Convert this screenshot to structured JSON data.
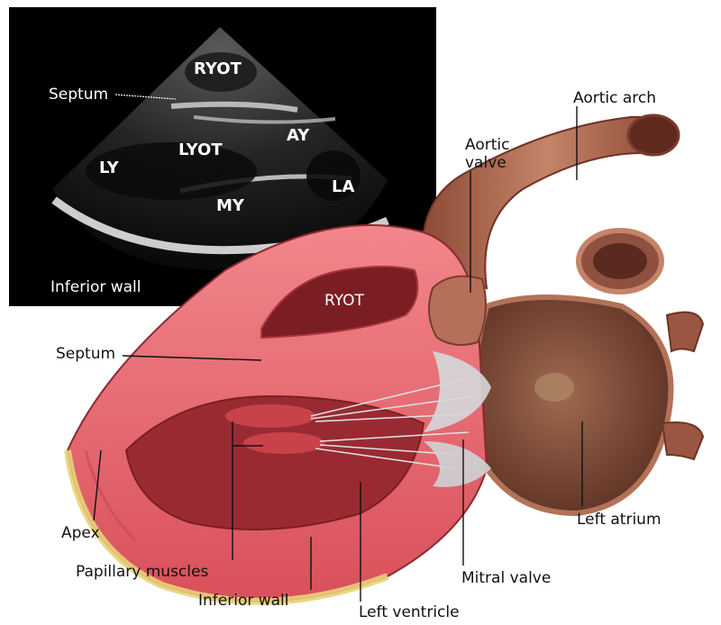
{
  "echo_labels": {
    "rvot": "RYOT",
    "septum": "Septum",
    "lvot": "LYOT",
    "av": "AY",
    "lv": "LY",
    "la": "LA",
    "mv": "MY",
    "inferior_wall": "Inferior wall"
  },
  "heart_labels": {
    "aortic_arch": "Aortic arch",
    "aortic_valve_line1": "Aortic",
    "aortic_valve_line2": "valve",
    "rvot": "RYOT",
    "septum": "Septum",
    "apex": "Apex",
    "papillary_muscles": "Papillary muscles",
    "inferior_wall": "Inferior wall",
    "left_ventricle": "Left ventricle",
    "mitral_valve": "Mitral valve",
    "left_atrium": "Left atrium"
  },
  "colors": {
    "echo_background": "#000000",
    "myocardium": "#e8707a",
    "myocardium_dark": "#b8343c",
    "cavity": "#7a1e24",
    "aorta": "#a8624a",
    "aorta_light": "#c98a6e",
    "atrium": "#8a5240",
    "fat": "#e9d37a",
    "chordae": "#d8dde0"
  }
}
